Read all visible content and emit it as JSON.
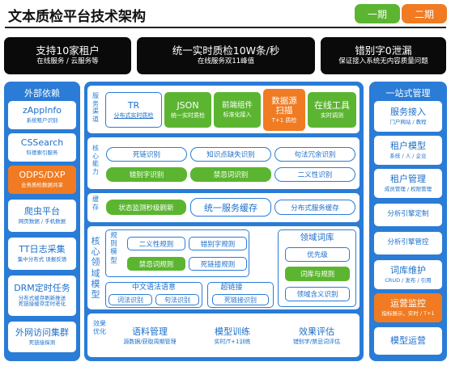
{
  "title": "文本质检平台技术架构",
  "phases": {
    "phase1": "一期",
    "phase2": "二期",
    "phase1_color": "#5cb531",
    "phase2_color": "#f07b22"
  },
  "top_cards": [
    {
      "main": "支持10家租户",
      "sub": "在线服务 / 云服务等"
    },
    {
      "main": "统一实时质检10W条/秒",
      "sub": "在线服务双11峰值"
    },
    {
      "main": "错别字0泄漏",
      "sub": "保证接入系统无内容质量问题"
    }
  ],
  "external": {
    "heading": "外部依赖",
    "items": [
      {
        "main": "zAppInfo",
        "sub": "系统租户识别"
      },
      {
        "main": "CSSearch",
        "sub": "科德索引服务"
      },
      {
        "main": "ODPS/DXP",
        "sub": "业务质检数据共享"
      },
      {
        "main": "爬虫平台",
        "sub": "网页数据 / 手机数据"
      },
      {
        "main": "TT日志采集",
        "sub": "集中分布式 误报反馈"
      },
      {
        "main": "DRM定时任务",
        "sub": "分布式缓存刷新推送\n死链接缓存定时老化"
      },
      {
        "main": "外网访问集群",
        "sub": "死链接探测"
      }
    ]
  },
  "service_channel": {
    "label": "服务渠道",
    "items": [
      {
        "main": "TR",
        "sub": "分布式实时质检"
      },
      {
        "main": "JSON",
        "sub": "统一实时质检"
      },
      {
        "main": "前端组件",
        "sub": "标准化接入"
      },
      {
        "main": "数据源\n扫描",
        "sub": "T+1 质检"
      },
      {
        "main": "在线工具",
        "sub": "实时调测"
      }
    ]
  },
  "core_ability": {
    "label": "核心能力",
    "row1": [
      "死链识别",
      "知识点缺失识别",
      "句法冗余识别"
    ],
    "row2": [
      "错别字识别",
      "禁忌词识别",
      "二义性识别"
    ]
  },
  "cache": {
    "label": "缓存",
    "items": [
      "状态监测秒级刷新",
      "统一服务缓存",
      "分布式服务缓存"
    ]
  },
  "core_model": {
    "label": "核心领域模型",
    "rule_label": "规则模型",
    "rules": [
      "二义性规则",
      "错别字规则",
      "禁忌词规则",
      "死链接规则"
    ],
    "lexicon": {
      "title": "领域词库",
      "priority": "优先级",
      "lib_rule": "词库与规则",
      "meaning": "领域含义识别"
    },
    "semantic": {
      "title": "中文语法语意",
      "a": "词法识别",
      "b": "句法识别"
    },
    "hyperlink": {
      "title": "超链接",
      "a": "死链接识别"
    }
  },
  "optimize": {
    "label": "效果优化",
    "items": [
      {
        "main": "语料管理",
        "sub": "源数据/获取周期管理"
      },
      {
        "main": "模型训练",
        "sub": "实时/T+1训练"
      },
      {
        "main": "效果评估",
        "sub": "错别字/禁忌词评估"
      }
    ]
  },
  "one_stop": {
    "heading": "一站式管理",
    "items": [
      {
        "main": "服务接入",
        "sub": "门户网站 / 教程"
      },
      {
        "main": "租户模型",
        "sub": "系统 / 人 / 企业"
      },
      {
        "main": "租户管理",
        "sub": "成员管理 / 权限管理"
      },
      {
        "main": "分析引擎定制",
        "sub": ""
      },
      {
        "main": "分析引擎管控",
        "sub": ""
      },
      {
        "main": "词库维护",
        "sub": "CRUD / 发布 / 引用"
      },
      {
        "main": "运营监控",
        "sub": "指标展示，实时 / T+1"
      },
      {
        "main": "模型运营",
        "sub": ""
      }
    ]
  }
}
